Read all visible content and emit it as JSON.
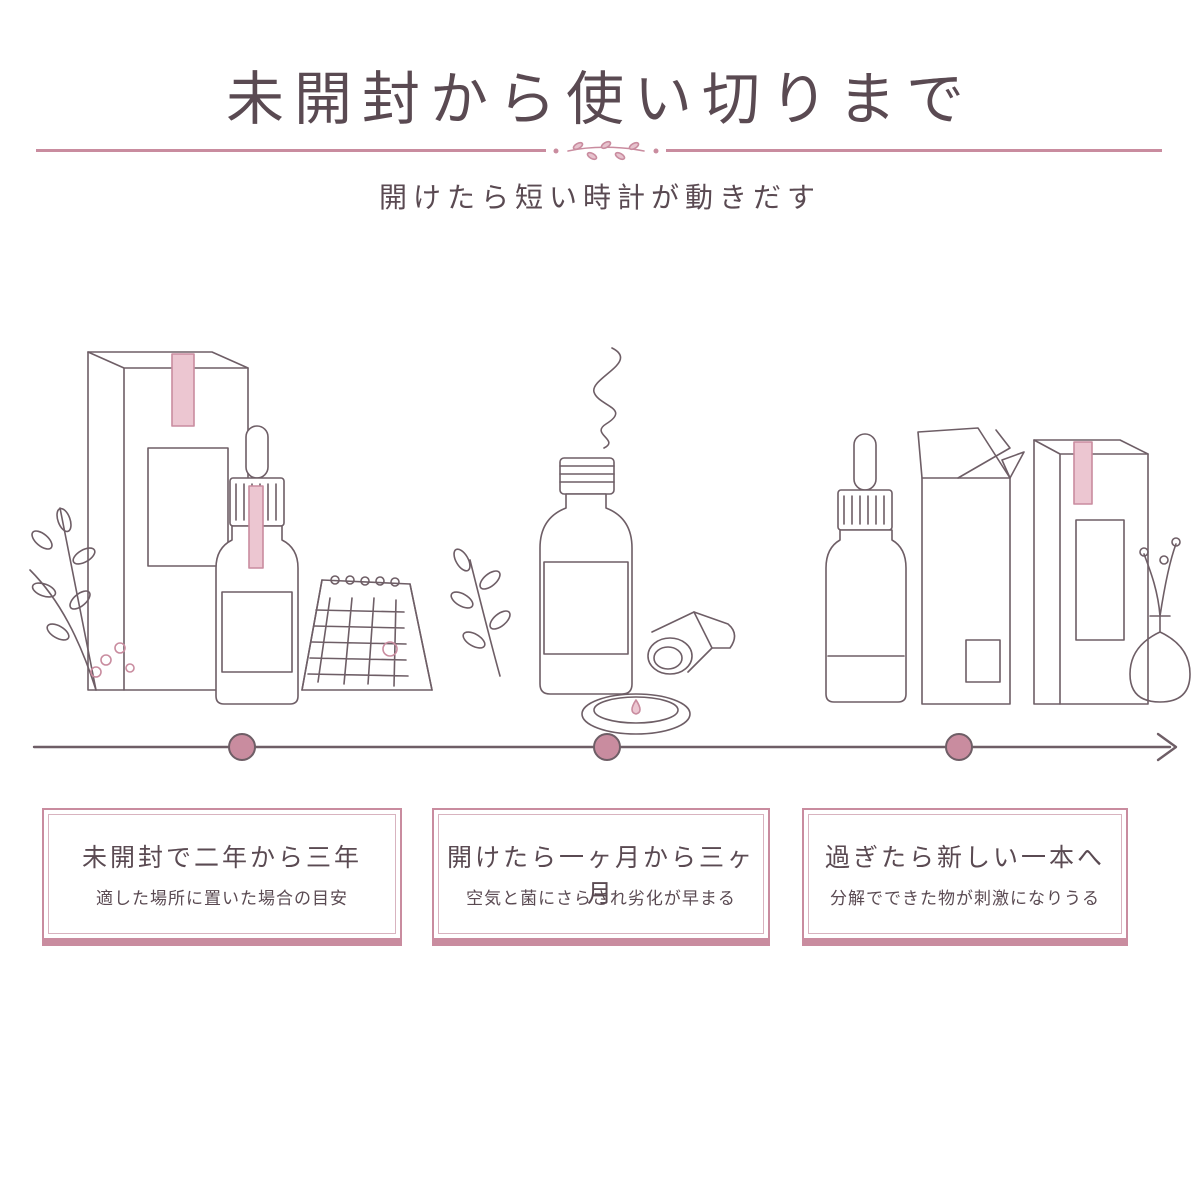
{
  "header": {
    "title": "未開封から使い切りまで",
    "subtitle": "開けたら短い時計が動きだす"
  },
  "colors": {
    "accent": "#c98c9f",
    "ink": "#5a4a52",
    "line": "#6e5e66"
  },
  "stages": [
    {
      "heading": "未開封で二年から三年",
      "note": "適した場所に置いた場合の目安"
    },
    {
      "heading": "開けたら一ヶ月から三ヶ月",
      "note": "空気と菌にさらされ劣化が早まる"
    },
    {
      "heading": "過ぎたら新しい一本へ",
      "note": "分解でできた物が刺激になりうる"
    }
  ]
}
